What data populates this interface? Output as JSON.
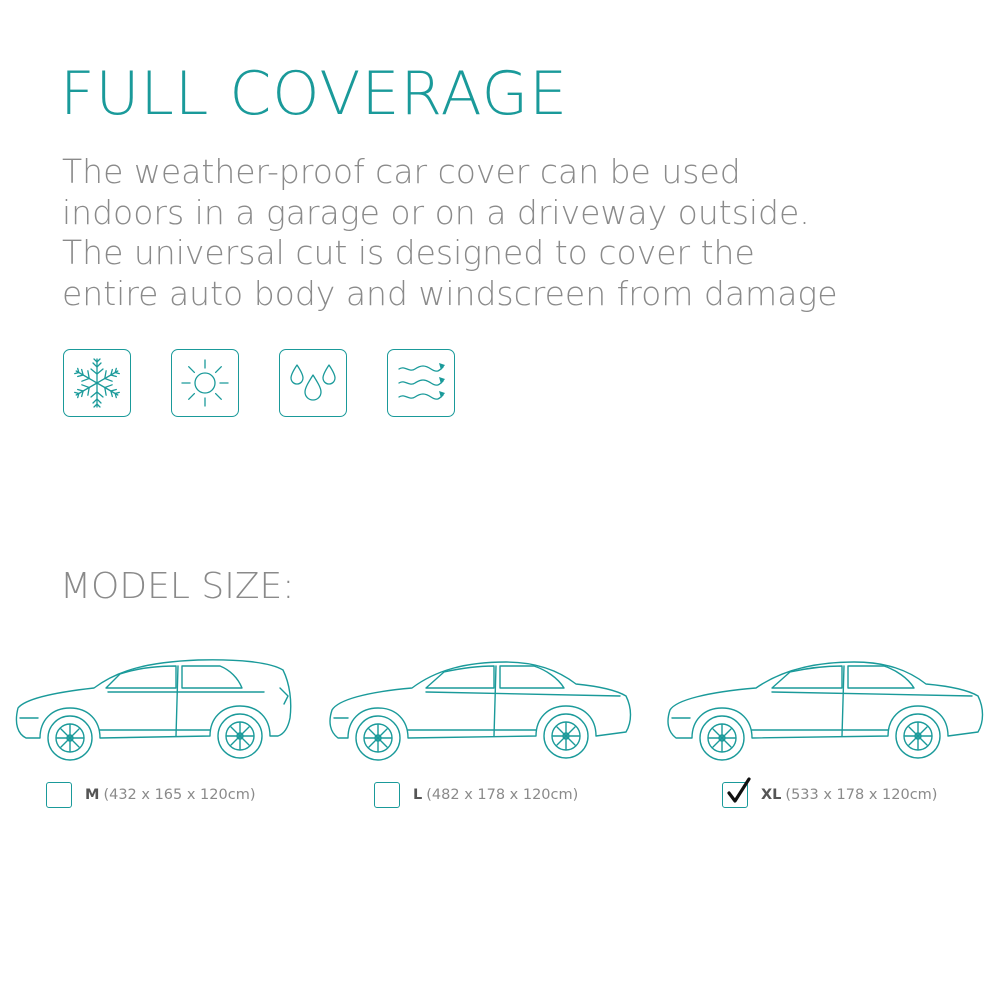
{
  "header": {
    "title": "FULL COVERAGE"
  },
  "description": {
    "lines": [
      "The weather-proof car cover can be used",
      "indoors in a garage or on a driveway outside.",
      "The universal cut is designed to cover the",
      "entire auto body and windscreen from damage"
    ]
  },
  "features": [
    {
      "icon": "snowflake-icon"
    },
    {
      "icon": "sun-icon"
    },
    {
      "icon": "raindrops-icon"
    },
    {
      "icon": "wind-icon"
    }
  ],
  "sizes": {
    "title": "MODEL SIZE:",
    "options": [
      {
        "name": "M",
        "dimensions": "(432 x 165 x 120cm)",
        "checked": false,
        "car": "hatchback"
      },
      {
        "name": "L",
        "dimensions": "(482 x 178 x 120cm)",
        "checked": false,
        "car": "sedan"
      },
      {
        "name": "XL",
        "dimensions": "(533 x 178 x 120cm)",
        "checked": true,
        "car": "sedan-long"
      }
    ]
  },
  "colors": {
    "accent": "#1a9a9a",
    "text": "#8a8a8a",
    "label": "#555555"
  }
}
